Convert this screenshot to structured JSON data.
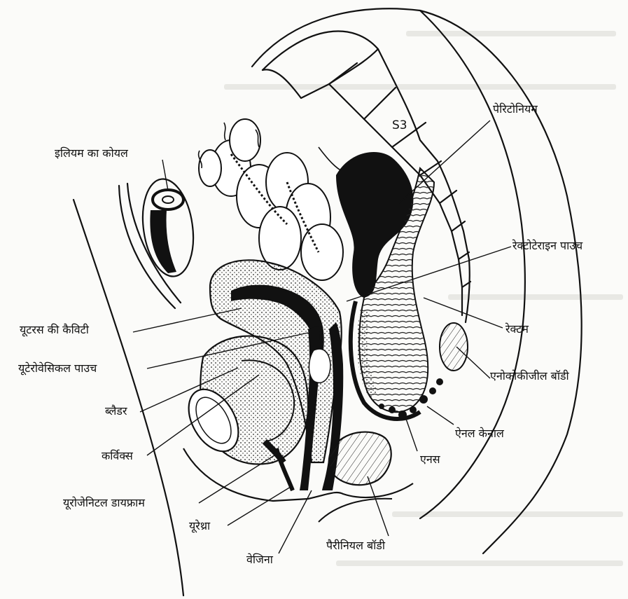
{
  "diagram": {
    "vertebra_label": "S3",
    "labels": {
      "peritoneum": "पेरिटोनियम",
      "ileum_coil": "इलियम का कोयल",
      "rectouterine_pouch": "रेक्टोटेराइन पाउच",
      "uterus_cavity": "यूटरस की कैविटी",
      "rectum": "रेक्टम",
      "uterovesical_pouch": "यूटेरोवेसिकल पाउच",
      "anococcygeal_body": "एनोकोकीजील बॉडी",
      "bladder": "ब्लैडर",
      "anal_canal": "ऐनल केनाल",
      "cervix": "कर्विक्स",
      "anus": "एनस",
      "urogenital_diaphragm": "यूरोजेनिटल डायफ्राम",
      "urethra": "यूरेथ्रा",
      "vagina": "वेजिना",
      "perineal_body": "पैरीनियल बॉडी"
    }
  }
}
